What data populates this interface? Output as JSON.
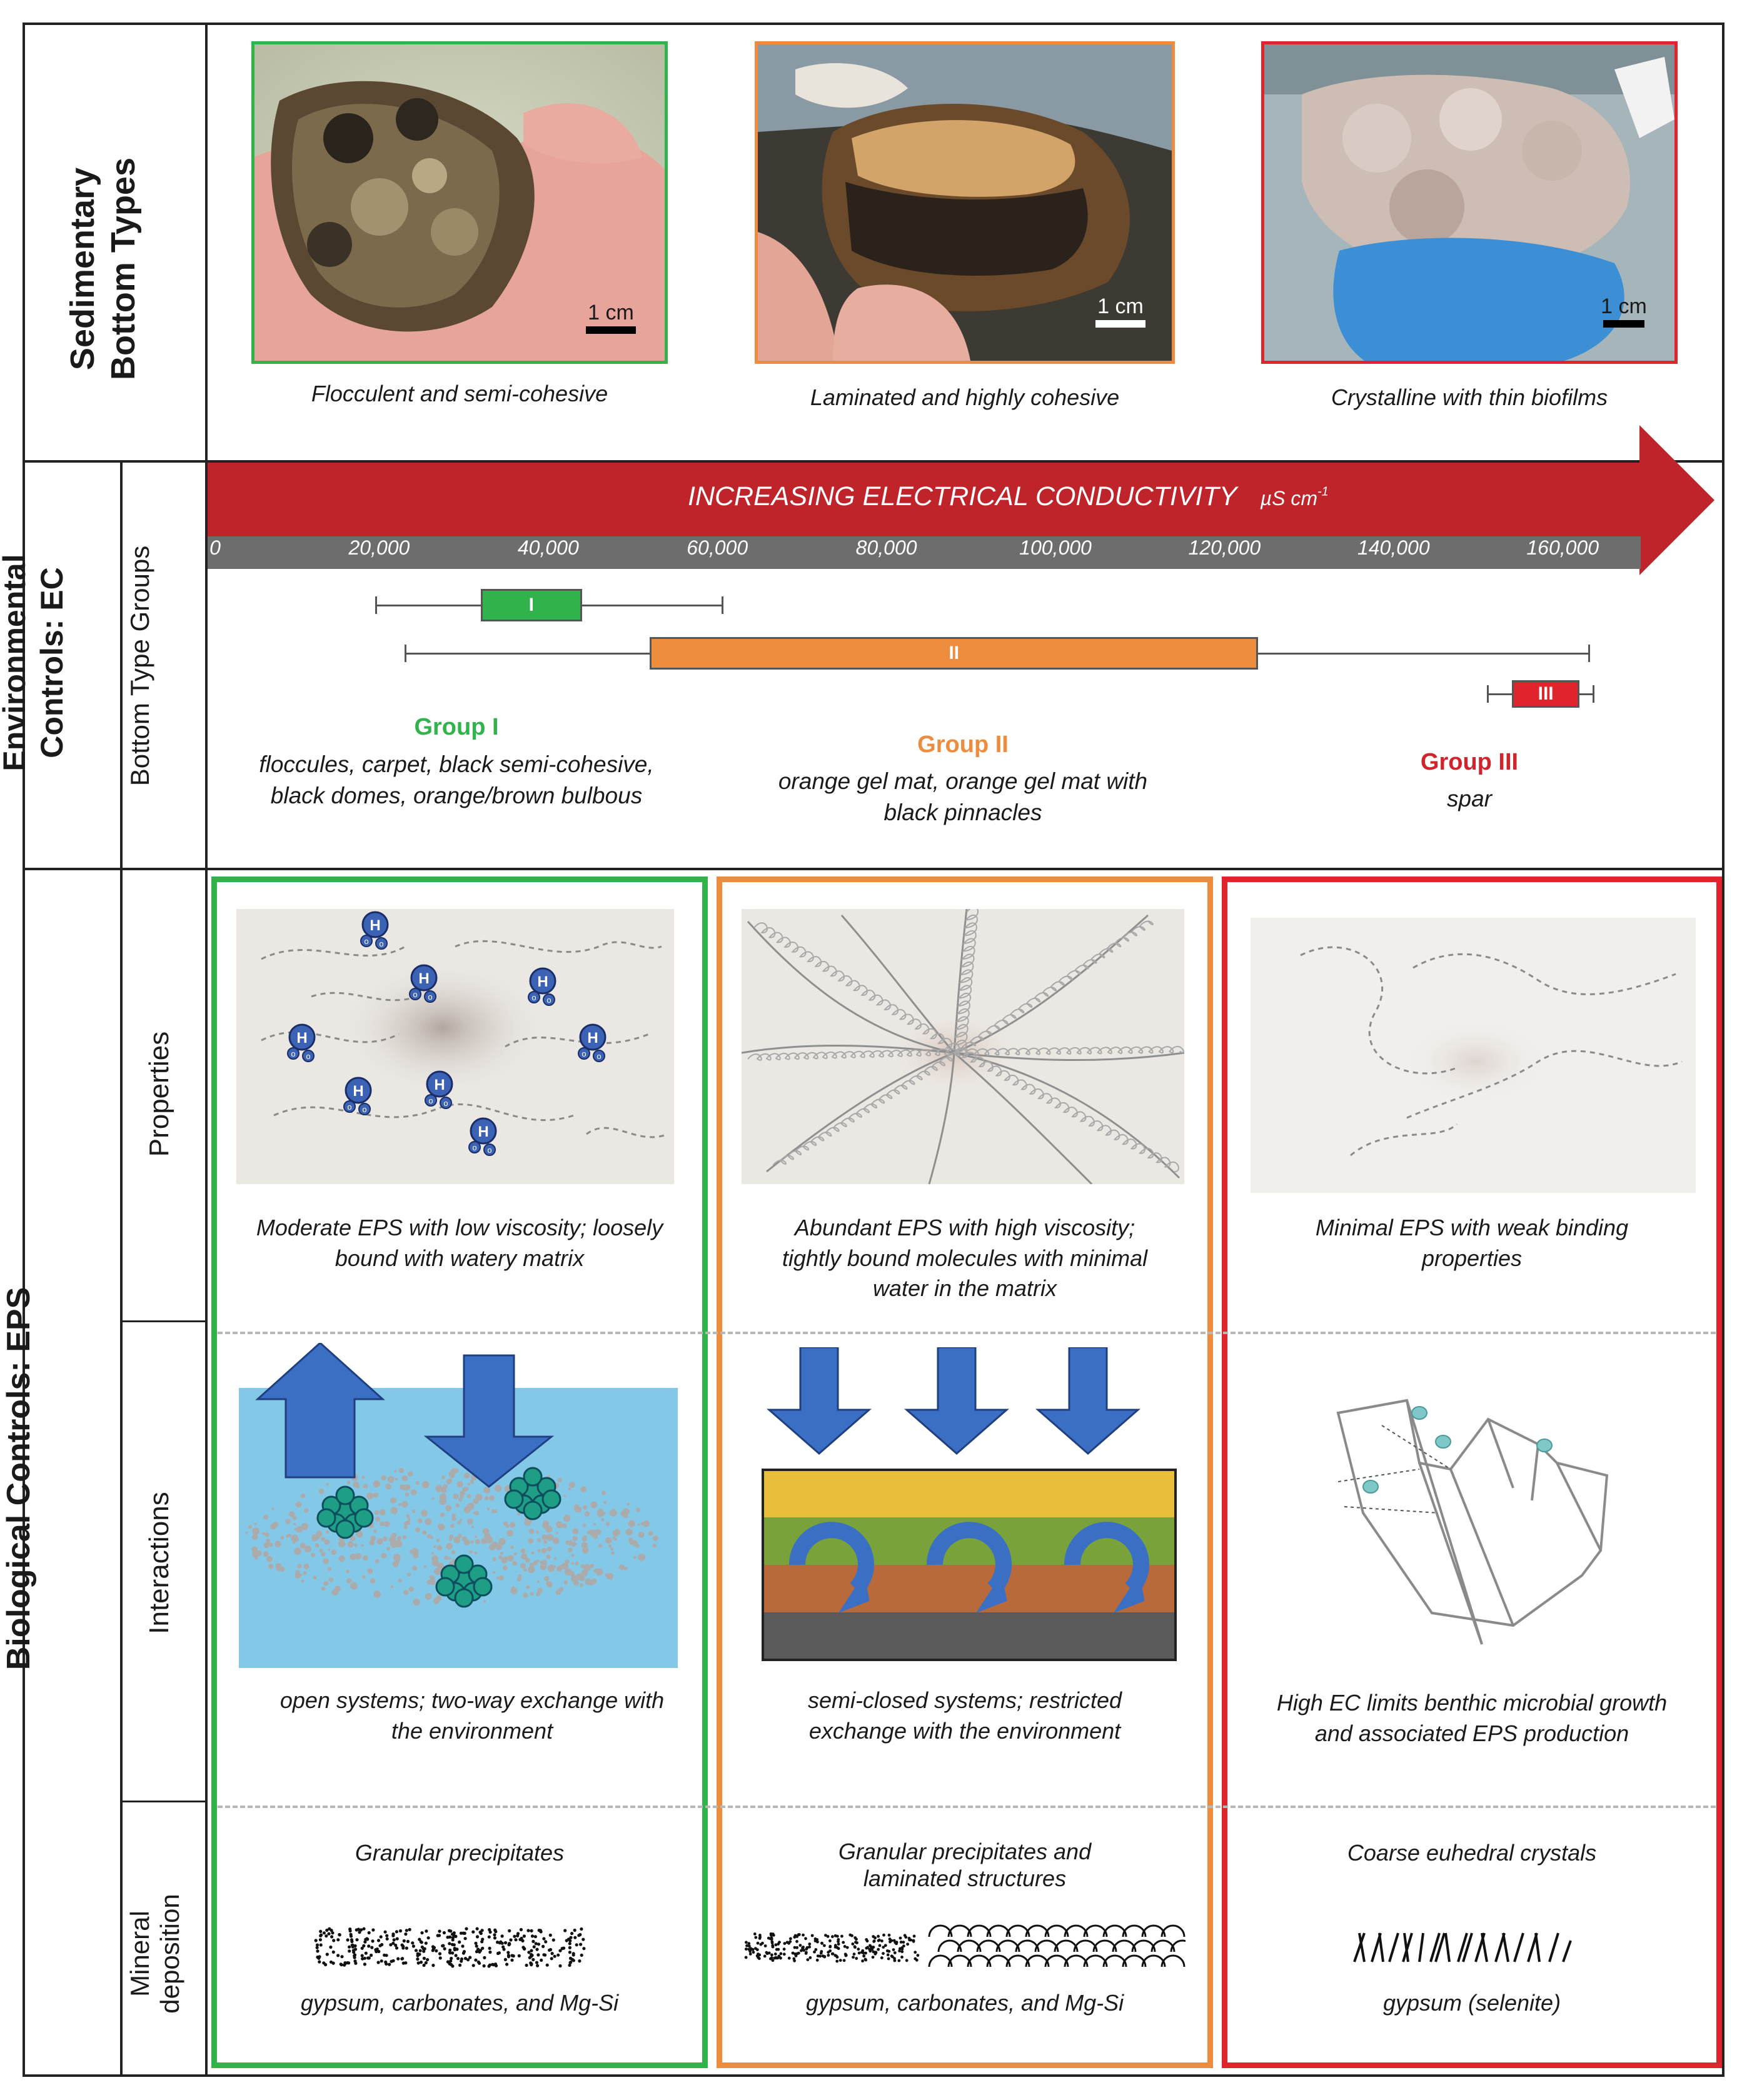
{
  "rows": {
    "sedimentary": "Sedimentary\nBottom Types",
    "environmental": "Environmental\nControls: EC",
    "bottom_type_groups": "Bottom Type Groups",
    "biological": "Biological Controls: EPS",
    "properties": "Properties",
    "interactions": "Interactions",
    "mineral_deposition": "Mineral\ndeposition"
  },
  "photos": [
    {
      "scale": "1 cm",
      "caption": "Flocculent and semi-cohesive",
      "border": "#2fb34a"
    },
    {
      "scale": "1 cm",
      "caption": "Laminated and highly cohesive",
      "border": "#f08a3c"
    },
    {
      "scale": "1 cm",
      "caption": "Crystalline with thin biofilms",
      "border": "#e0242b"
    }
  ],
  "ec": {
    "arrow_label": "INCREASING ELECTRICAL CONDUCTIVITY",
    "unit": "µS cm",
    "unit_sup": "-1",
    "ticks": [
      "0",
      "20,000",
      "40,000",
      "60,000",
      "80,000",
      "100,000",
      "120,000",
      "140,000",
      "160,000"
    ],
    "arrow_color": "#c0242b",
    "bar_color": "#6d6d6d"
  },
  "chart_data": {
    "type": "box",
    "xlabel": "INCREASING ELECTRICAL CONDUCTIVITY µS cm-1",
    "xlim": [
      0,
      170000
    ],
    "series": [
      {
        "name": "I",
        "whisker_low": 19500,
        "q1": 32000,
        "q3": 44000,
        "whisker_high": 60500,
        "color": "#2fb34a"
      },
      {
        "name": "II",
        "whisker_low": 23000,
        "q1": 52000,
        "q3": 124000,
        "whisker_high": 163000,
        "color": "#ed8c3c"
      },
      {
        "name": "III",
        "whisker_low": 151000,
        "q1": 154000,
        "q3": 162000,
        "whisker_high": 163500,
        "color": "#e0242b"
      }
    ]
  },
  "groups": [
    {
      "title": "Group I",
      "desc": "floccules, carpet, black semi-cohesive,\nblack domes, orange/brown bulbous",
      "color": "#2fb34a"
    },
    {
      "title": "Group II",
      "desc": "orange gel mat, orange gel mat with\nblack pinnacles",
      "color": "#ed8c3c"
    },
    {
      "title": "Group III",
      "desc": "spar",
      "color": "#d0232b"
    }
  ],
  "columns": [
    {
      "color": "#2fb34a",
      "properties": "Moderate EPS with low viscosity; loosely\nbound with watery matrix",
      "interactions": "open systems; two-way exchange with\nthe environment",
      "mineral_title": "Granular precipitates",
      "mineral_sub": "gypsum, carbonates, and Mg-Si"
    },
    {
      "color": "#ed8c3c",
      "properties": "Abundant EPS with high viscosity;\ntightly bound molecules with minimal\nwater in the matrix",
      "interactions": "semi-closed systems; restricted\nexchange with the environment",
      "mineral_title": "Granular precipitates and\nlaminated structures",
      "mineral_sub": "gypsum, carbonates, and Mg-Si"
    },
    {
      "color": "#e0242b",
      "properties": "Minimal EPS with weak binding\nproperties",
      "interactions": "High EC limits benthic microbial growth\nand associated EPS production",
      "mineral_title": "Coarse euhedral crystals",
      "mineral_sub": "gypsum (selenite)"
    }
  ],
  "molecule": {
    "h": "H",
    "o": "o"
  }
}
